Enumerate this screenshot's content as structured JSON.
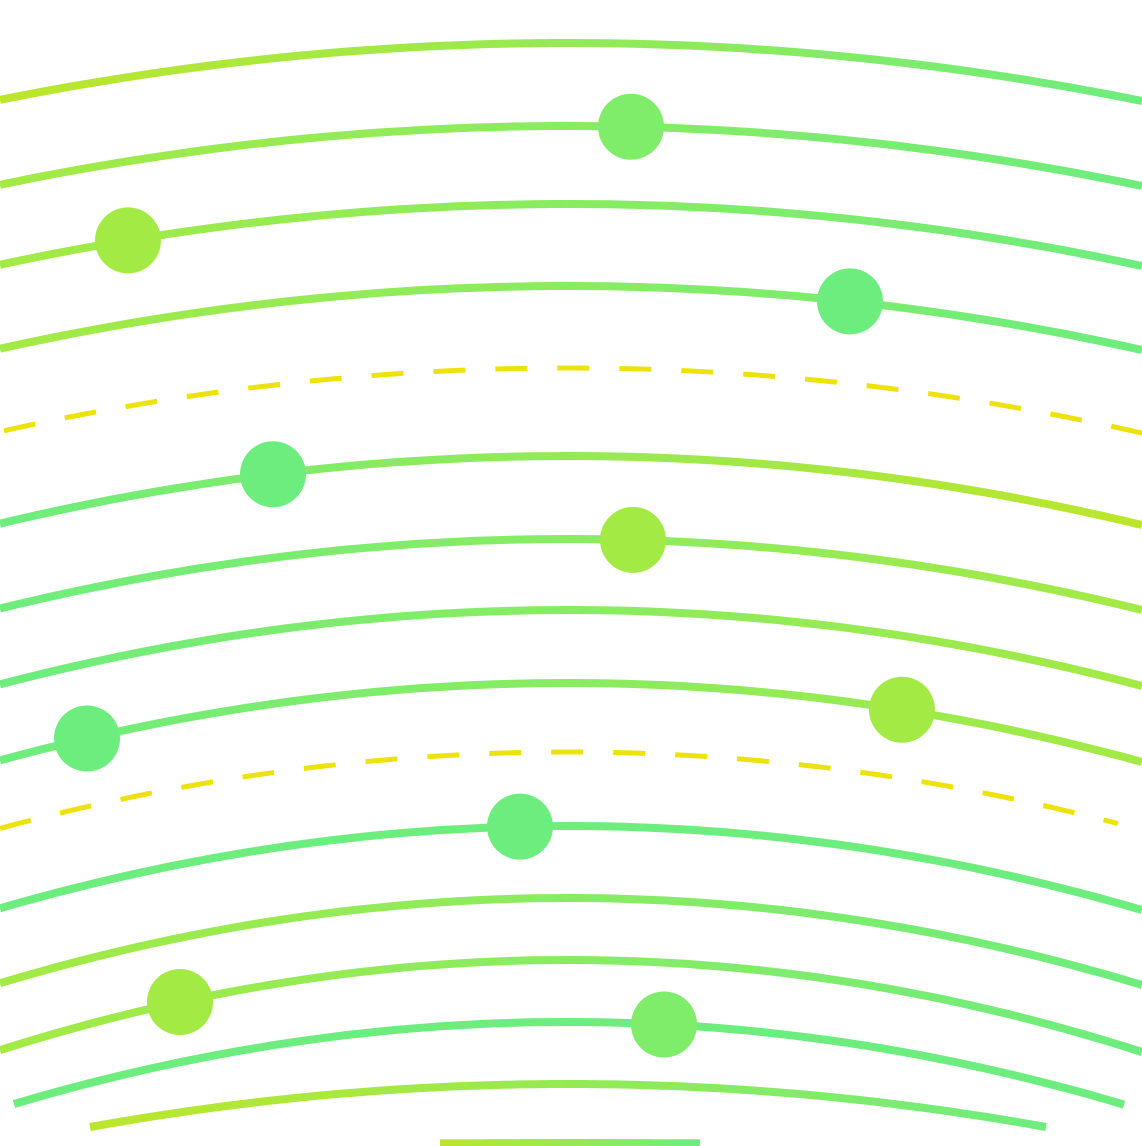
{
  "palette": {
    "background": "#ffffff",
    "yellow_green": "#bde62a",
    "green": "#6ded7e",
    "lime": "#a4ea44",
    "dash_yellow": "#ede20c"
  },
  "arcs": [
    {
      "style": "solid",
      "gradient": [
        "#bde62a",
        "#6ded7e"
      ]
    },
    {
      "style": "solid",
      "gradient": [
        "#a4ea44",
        "#6ded7e"
      ]
    },
    {
      "style": "solid",
      "gradient": [
        "#a4ea44",
        "#6ded7e"
      ]
    },
    {
      "style": "solid",
      "gradient": [
        "#a4ea44",
        "#6ded7e"
      ]
    },
    {
      "style": "dashed",
      "gradient": [
        "#ede20c",
        "#ede20c"
      ]
    },
    {
      "style": "solid",
      "gradient": [
        "#6ded7e",
        "#bde62a"
      ]
    },
    {
      "style": "solid",
      "gradient": [
        "#6ded7e",
        "#a4ea44"
      ]
    },
    {
      "style": "solid",
      "gradient": [
        "#6ded7e",
        "#a4ea44"
      ]
    },
    {
      "style": "solid",
      "gradient": [
        "#6ded7e",
        "#a4ea44"
      ]
    },
    {
      "style": "dashed",
      "gradient": [
        "#ede20c",
        "#ede20c"
      ]
    },
    {
      "style": "solid",
      "gradient": [
        "#6ded7e",
        "#6ded7e"
      ]
    },
    {
      "style": "solid",
      "gradient": [
        "#a4ea44",
        "#6ded7e"
      ]
    },
    {
      "style": "solid",
      "gradient": [
        "#a4ea44",
        "#6ded7e"
      ]
    },
    {
      "style": "solid",
      "gradient": [
        "#6ded7e",
        "#6ded7e"
      ]
    },
    {
      "style": "solid",
      "gradient": [
        "#bde62a",
        "#6ded7e"
      ]
    },
    {
      "style": "solid",
      "gradient": [
        "#bde62a",
        "#6ded7e"
      ]
    }
  ],
  "dots": [
    {
      "color": "#7fec6a"
    },
    {
      "color": "#a4ea44"
    },
    {
      "color": "#6ded7e"
    },
    {
      "color": "#6ded7e"
    },
    {
      "color": "#a4ea44"
    },
    {
      "color": "#6ded7e"
    },
    {
      "color": "#a4ea44"
    },
    {
      "color": "#6ded7e"
    },
    {
      "color": "#a4ea44"
    },
    {
      "color": "#7fec6a"
    }
  ]
}
